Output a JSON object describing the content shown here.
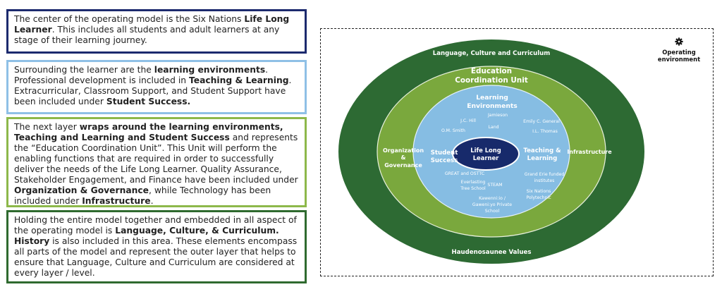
{
  "text_boxes": [
    {
      "id": "center",
      "parts": [
        {
          "t": "The center of the operating model is the Six Nations ",
          "b": false
        },
        {
          "t": "Life Long Learner",
          "b": true
        },
        {
          "t": ".  This includes all students and adult learners at any stage of their learning journey.",
          "b": false
        }
      ]
    },
    {
      "id": "learning-environments",
      "parts": [
        {
          "t": "Surrounding the learner are the ",
          "b": false
        },
        {
          "t": "learning environments",
          "b": true
        },
        {
          "t": ". Professional development is included in ",
          "b": false
        },
        {
          "t": "Teaching & Learning",
          "b": true
        },
        {
          "t": ". Extracurricular, Classroom Support, and Student Support have been included under ",
          "b": false
        },
        {
          "t": "Student Success.",
          "b": true
        }
      ]
    },
    {
      "id": "education-coordination",
      "parts": [
        {
          "t": "The next layer ",
          "b": false
        },
        {
          "t": "wraps around the learning environments, Teaching and Learning and Student Success",
          "b": true
        },
        {
          "t": " and represents the “Education Coordination Unit”.  This Unit will perform the enabling functions that are required in order to successfully deliver the needs of the Life Long Learner.  Quality Assurance, Stakeholder Engagement, and Finance have been included under ",
          "b": false
        },
        {
          "t": "Organization & Governance",
          "b": true
        },
        {
          "t": ", while Technology has been included under ",
          "b": false
        },
        {
          "t": "Infrastructure",
          "b": true
        },
        {
          "t": ".",
          "b": false
        }
      ]
    },
    {
      "id": "language-culture",
      "parts": [
        {
          "t": "Holding the entire model together and embedded in all aspect of the operating model is ",
          "b": false
        },
        {
          "t": "Language, Culture, & Curriculum.",
          "b": true
        },
        {
          "t": " ",
          "b": false
        },
        {
          "t": "History",
          "b": true
        },
        {
          "t": " is also included in this area. These elements encompass all parts of the model and represent the outer layer that helps to ensure that Language, Culture and Curriculum are considered at every layer / level.",
          "b": false
        }
      ]
    }
  ],
  "diagram": {
    "legend": {
      "icon": "gear-icon",
      "label_line1": "Operating",
      "label_line2": "environment"
    },
    "outer_ring": {
      "top_label": "Language, Culture and Curriculum",
      "bottom_label": "Haudenosaunee Values",
      "color": "#2d6a33"
    },
    "middle_ring": {
      "title_line1": "Education",
      "title_line2": "Coordination Unit",
      "left_line1": "Organization",
      "left_line2": "&",
      "left_line3": "Governance",
      "right_label": "Infrastructure",
      "color": "#7aa83d"
    },
    "inner_ring": {
      "title_line1": "Learning",
      "title_line2": "Environments",
      "schools": [
        "Jamieson",
        "J.C. Hill",
        "Emily C. General",
        "Land",
        "O.M. Smith",
        "I.L. Thomas"
      ],
      "left_line1": "Student",
      "left_line2": "Success",
      "right_line1": "Teaching &",
      "right_line2": "Learning",
      "lower_items": {
        "great": "GREAT and OSTTC",
        "grand_erie_1": "Grand Erie funded",
        "grand_erie_2": "institutes",
        "everlasting_1": "Everlasting",
        "everlasting_2": "Tree School",
        "steam": "STEAM",
        "six_nations_1": "Six Nations",
        "six_nations_2": "Polytechnic",
        "kawenni_1": "Kawenni:io /",
        "kawenni_2": "Gaweni:yo Private",
        "kawenni_3": "School"
      },
      "color": "#86bde3"
    },
    "core": {
      "line1": "Life Long",
      "line2": "Learner",
      "color": "#172a6b"
    }
  }
}
